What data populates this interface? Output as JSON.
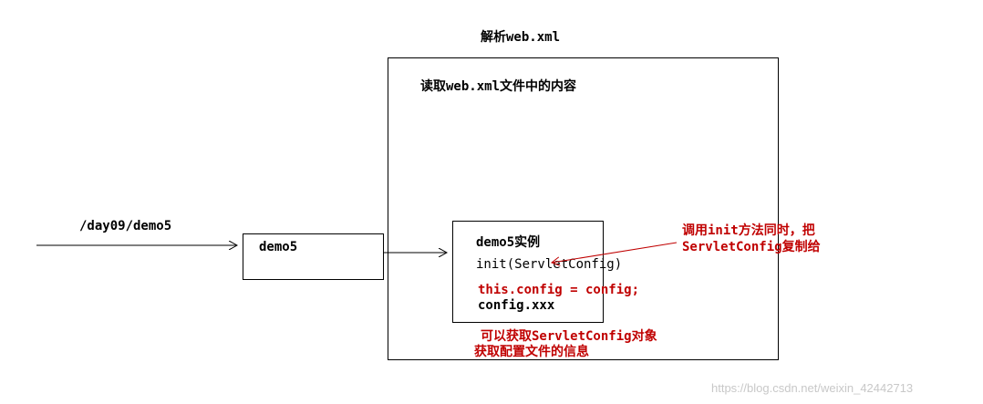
{
  "diagram": {
    "parse_title": "解析web.xml",
    "read_label": "读取web.xml文件中的内容",
    "path_label": "/day09/demo5",
    "demo5_box_label": "demo5",
    "instance_box": {
      "title": "demo5实例",
      "method": "init(ServletConfig)",
      "code_line1": "this.config = config;",
      "code_line2": "config.xxx"
    },
    "callout": {
      "line1": "调用init方法同时，把",
      "line2": "ServletConfig复制给"
    },
    "below_note": {
      "line1": "可以获取ServletConfig对象",
      "line2": "获取配置文件的信息"
    },
    "colors": {
      "annotation": "#c00000",
      "stroke": "#000000"
    }
  },
  "watermark": "https://blog.csdn.net/weixin_42442713"
}
